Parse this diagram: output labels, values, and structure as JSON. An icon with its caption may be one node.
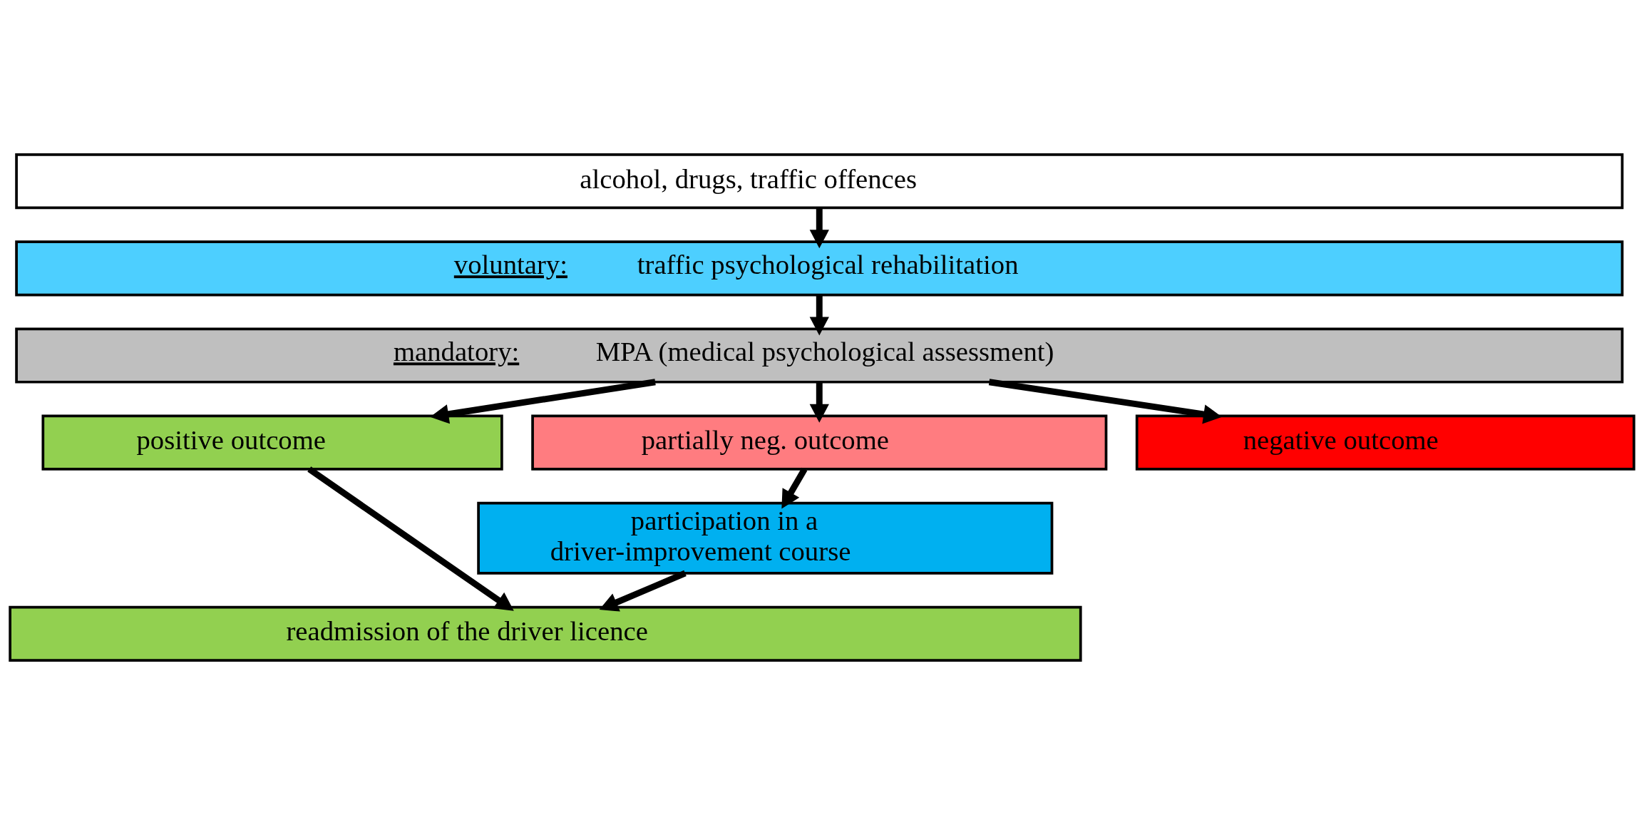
{
  "diagram": {
    "nodes": [
      {
        "text": [
          "alcohol, drugs, traffic offences"
        ]
      },
      {
        "text": [
          "voluntary:",
          "traffic psychological rehabilitation"
        ]
      },
      {
        "text": [
          "mandatory:",
          "MPA (medical psychological assessment)"
        ]
      },
      {
        "text": [
          "positive outcome"
        ]
      },
      {
        "text": [
          "partially neg. outcome"
        ]
      },
      {
        "text": [
          "negative outcome"
        ]
      },
      {
        "text": [
          "participation in a driver-improvement course"
        ]
      },
      {
        "text": [
          "readmission of the driver licence"
        ]
      }
    ],
    "edges": [
      {
        "from": 0,
        "to": 1,
        "arrow": "to"
      },
      {
        "from": 1,
        "to": 2,
        "arrow": "to"
      },
      {
        "from": 2,
        "to": 3,
        "arrow": "to"
      },
      {
        "from": 2,
        "to": 4,
        "arrow": "to"
      },
      {
        "from": 2,
        "to": 5,
        "arrow": "to"
      },
      {
        "from": 3,
        "to": 7,
        "arrow": "to"
      },
      {
        "from": 4,
        "to": 6,
        "arrow": "to"
      },
      {
        "from": 6,
        "to": 7,
        "arrow": "to"
      }
    ]
  }
}
